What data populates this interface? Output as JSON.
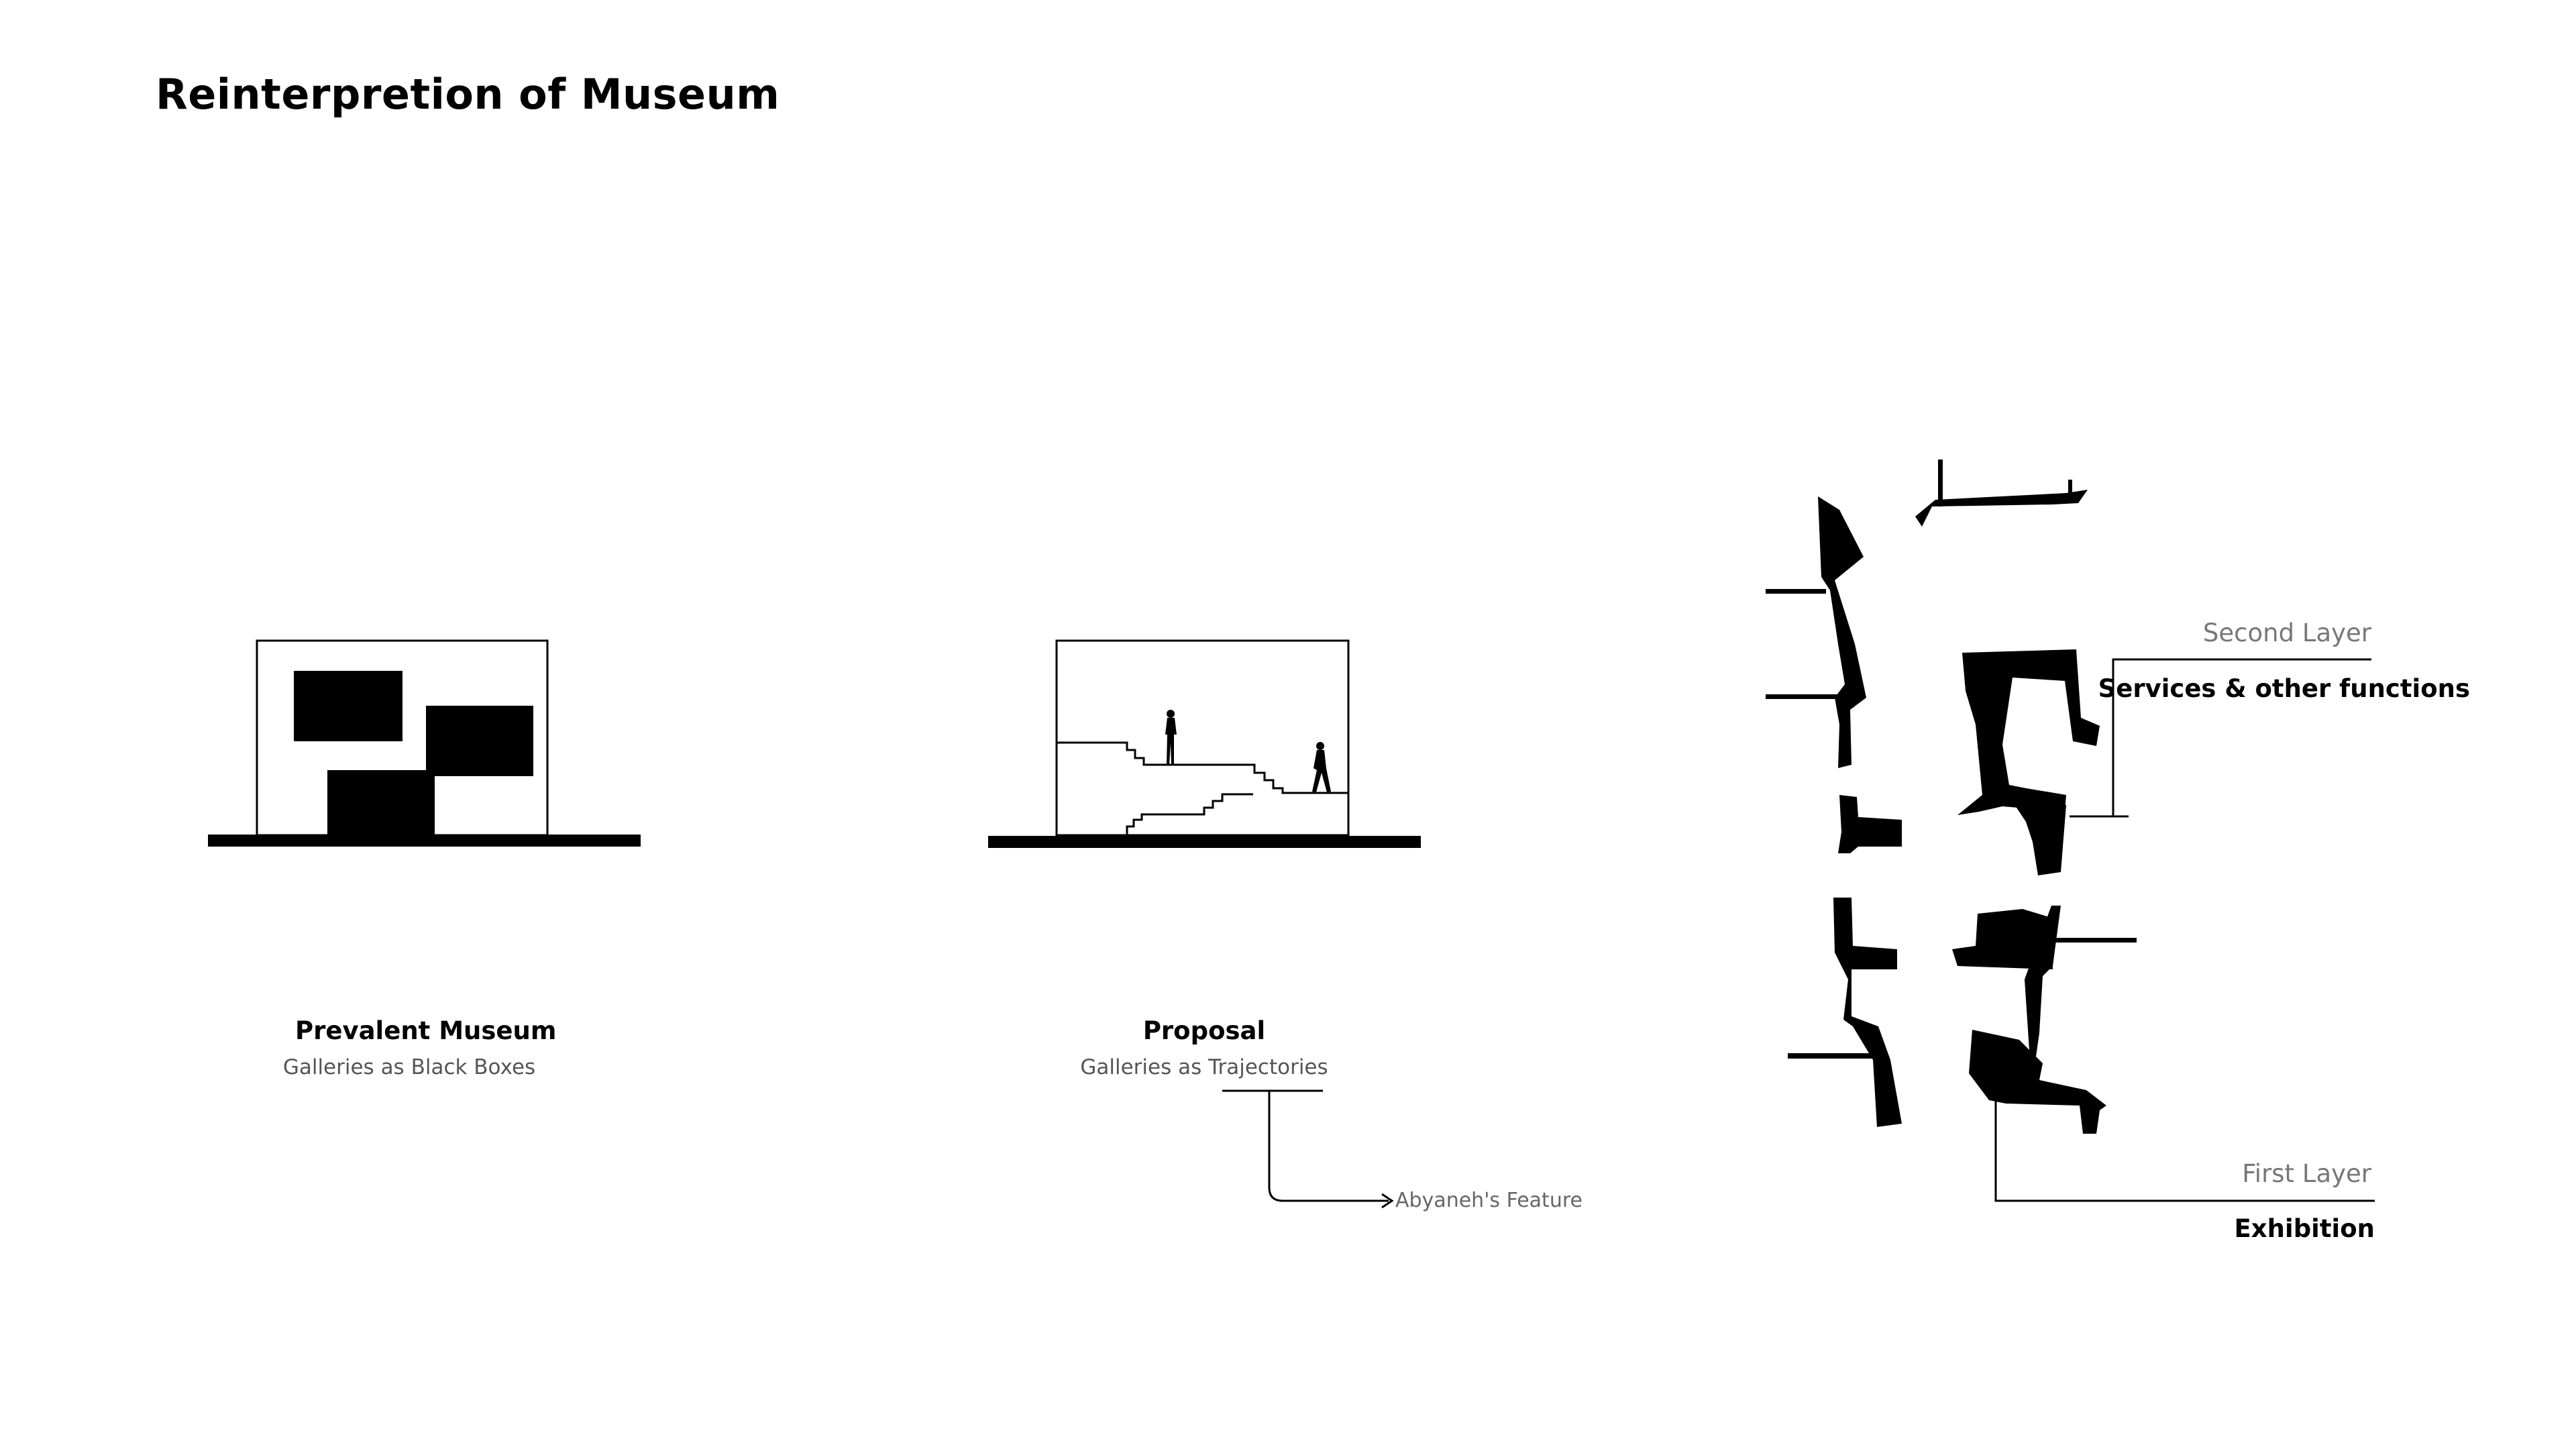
{
  "page": {
    "title": "Reinterpretion of Museum"
  },
  "left_diagram": {
    "title": "Prevalent Museum",
    "subtitle": "Galleries as Black Boxes"
  },
  "middle_diagram": {
    "title": "Proposal",
    "subtitle": "Galleries as Trajectories",
    "callout": "Abyaneh's Feature"
  },
  "right_diagram": {
    "second_layer_label": "Second Layer",
    "second_layer_desc": "Services & other functions",
    "first_layer_label": "First Layer",
    "first_layer_desc": "Exhibition"
  }
}
